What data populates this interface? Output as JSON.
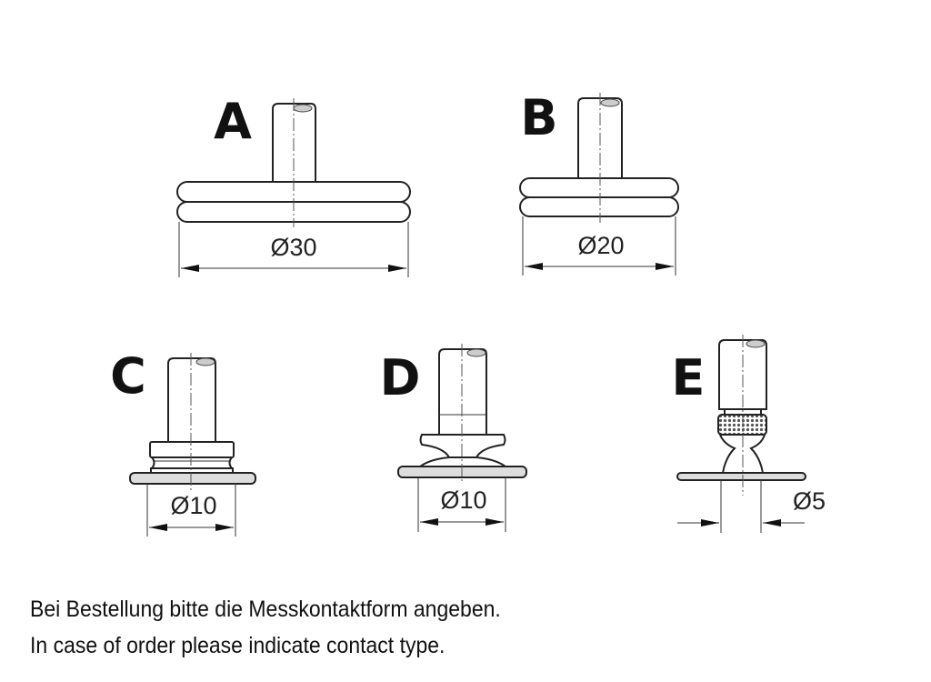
{
  "contacts": [
    {
      "label": "A",
      "dimension": "Ø30"
    },
    {
      "label": "B",
      "dimension": "Ø20"
    },
    {
      "label": "C",
      "dimension": "Ø10"
    },
    {
      "label": "D",
      "dimension": "Ø10"
    },
    {
      "label": "E",
      "dimension": "Ø5"
    }
  ],
  "notes": {
    "german": "Bei Bestellung bitte die Messkontaktform angeben.",
    "english": "In case of order please indicate contact type."
  }
}
